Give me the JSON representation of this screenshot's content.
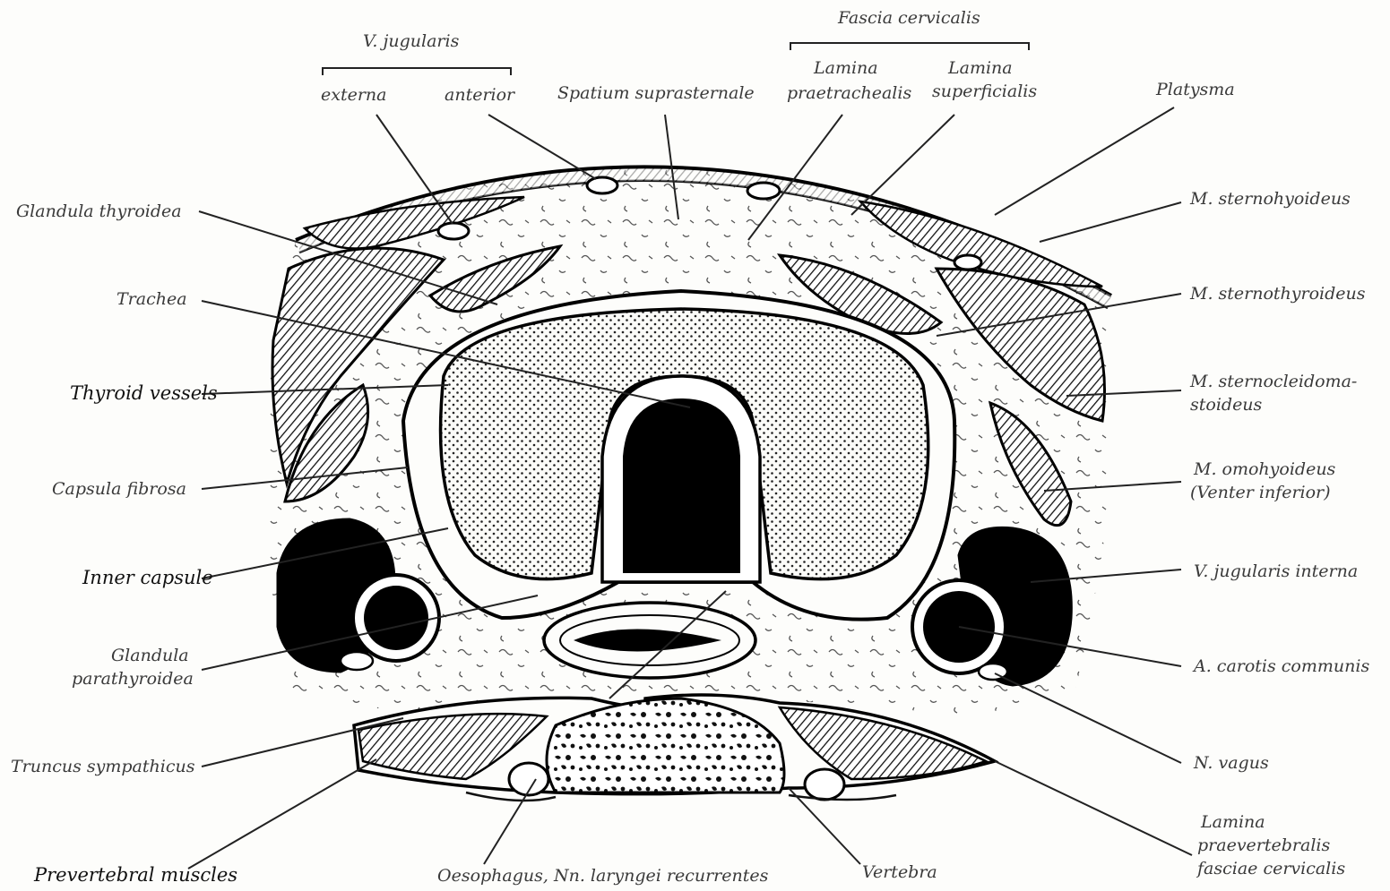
{
  "figure": {
    "header_groups": {
      "v_jugularis": "V. jugularis",
      "fascia_cervicalis": "Fascia cervicalis"
    },
    "labels_top": {
      "externa": "externa",
      "anterior": "anterior",
      "spatium": "Spatium suprasternale",
      "lamina_prae_1": "Lamina",
      "lamina_prae_2": "praetrachealis",
      "lamina_sup_1": "Lamina",
      "lamina_sup_2": "superficialis",
      "platysma": "Platysma"
    },
    "labels_left": {
      "glandula_thyroidea": "Glandula thyroidea",
      "trachea": "Trachea",
      "thyroid_vessels": "Thyroid vessels",
      "capsula_fibrosa": "Capsula fibrosa",
      "inner_capsule": "Inner capsule",
      "glandula_para_1": "Glandula",
      "glandula_para_2": "parathyroidea",
      "truncus": "Truncus sympathicus",
      "prevertebral": "Prevertebral muscles"
    },
    "labels_right": {
      "sternohyoideus": "M. sternohyoideus",
      "sternothyroideus": "M. sternothyroideus",
      "scm_1": "M. sternocleidoma-",
      "scm_2": "stoideus",
      "omohyoideus_1": "M. omohyoideus",
      "omohyoideus_2": "(Venter inferior)",
      "jugularis_interna": "V. jugularis interna",
      "carotis": "A. carotis communis",
      "vagus": "N. vagus",
      "lamina_prae_1": "Lamina",
      "lamina_prae_2": "praevertebralis",
      "lamina_prae_3": "fasciae cervicalis"
    },
    "labels_bottom": {
      "oesophagus": "Oesophagus, Nn. laryngei recurrentes",
      "vertebra": "Vertebra"
    }
  }
}
